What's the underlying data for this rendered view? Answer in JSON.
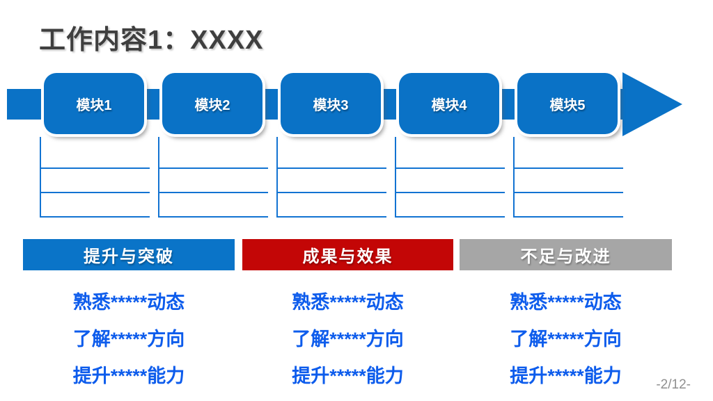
{
  "slide": {
    "title": "工作内容1：XXXX",
    "page_number": "-2/12-",
    "colors": {
      "primary_blue": "#0a72c6",
      "table_line_blue": "#1273d2",
      "text_blue": "#0d5cec",
      "bar_blue": "#0a74c8",
      "bar_red": "#c30606",
      "bar_gray": "#a6a6a6",
      "title_gray": "#3f3f3f"
    }
  },
  "flow": {
    "modules": [
      {
        "label": "模块1"
      },
      {
        "label": "模块2"
      },
      {
        "label": "模块3"
      },
      {
        "label": "模块4"
      },
      {
        "label": "模块5"
      }
    ],
    "rows_per_module": 3
  },
  "sections": [
    {
      "label": "提升与突破",
      "color": "#0a74c8",
      "items": [
        "熟悉*****动态",
        "了解*****方向",
        "提升*****能力"
      ]
    },
    {
      "label": "成果与效果",
      "color": "#c30606",
      "items": [
        "熟悉*****动态",
        "了解*****方向",
        "提升*****能力"
      ]
    },
    {
      "label": "不足与改进",
      "color": "#a6a6a6",
      "items": [
        "熟悉*****动态",
        "了解*****方向",
        "提升*****能力"
      ]
    }
  ]
}
